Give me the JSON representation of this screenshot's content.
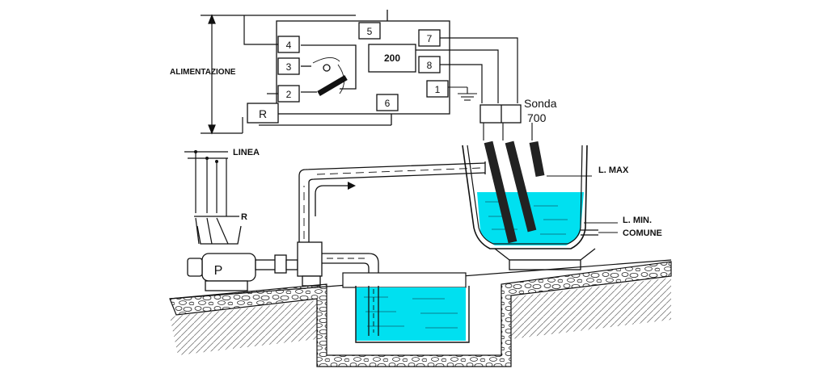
{
  "labels": {
    "alimentazione": "ALIMENTAZIONE",
    "linea": "LINEA",
    "r_top": "R",
    "r_box": "R",
    "pump": "P",
    "controller": "200",
    "sonda_line1": "Sonda",
    "sonda_line2": "700",
    "lmax": "L. MAX",
    "lmin": "L. MIN.",
    "comune": "COMUNE"
  },
  "terminals": [
    "1",
    "2",
    "3",
    "4",
    "5",
    "6",
    "7",
    "8"
  ],
  "colors": {
    "water": "#00e0f0",
    "line": "#111111",
    "electrode": "#222222"
  }
}
